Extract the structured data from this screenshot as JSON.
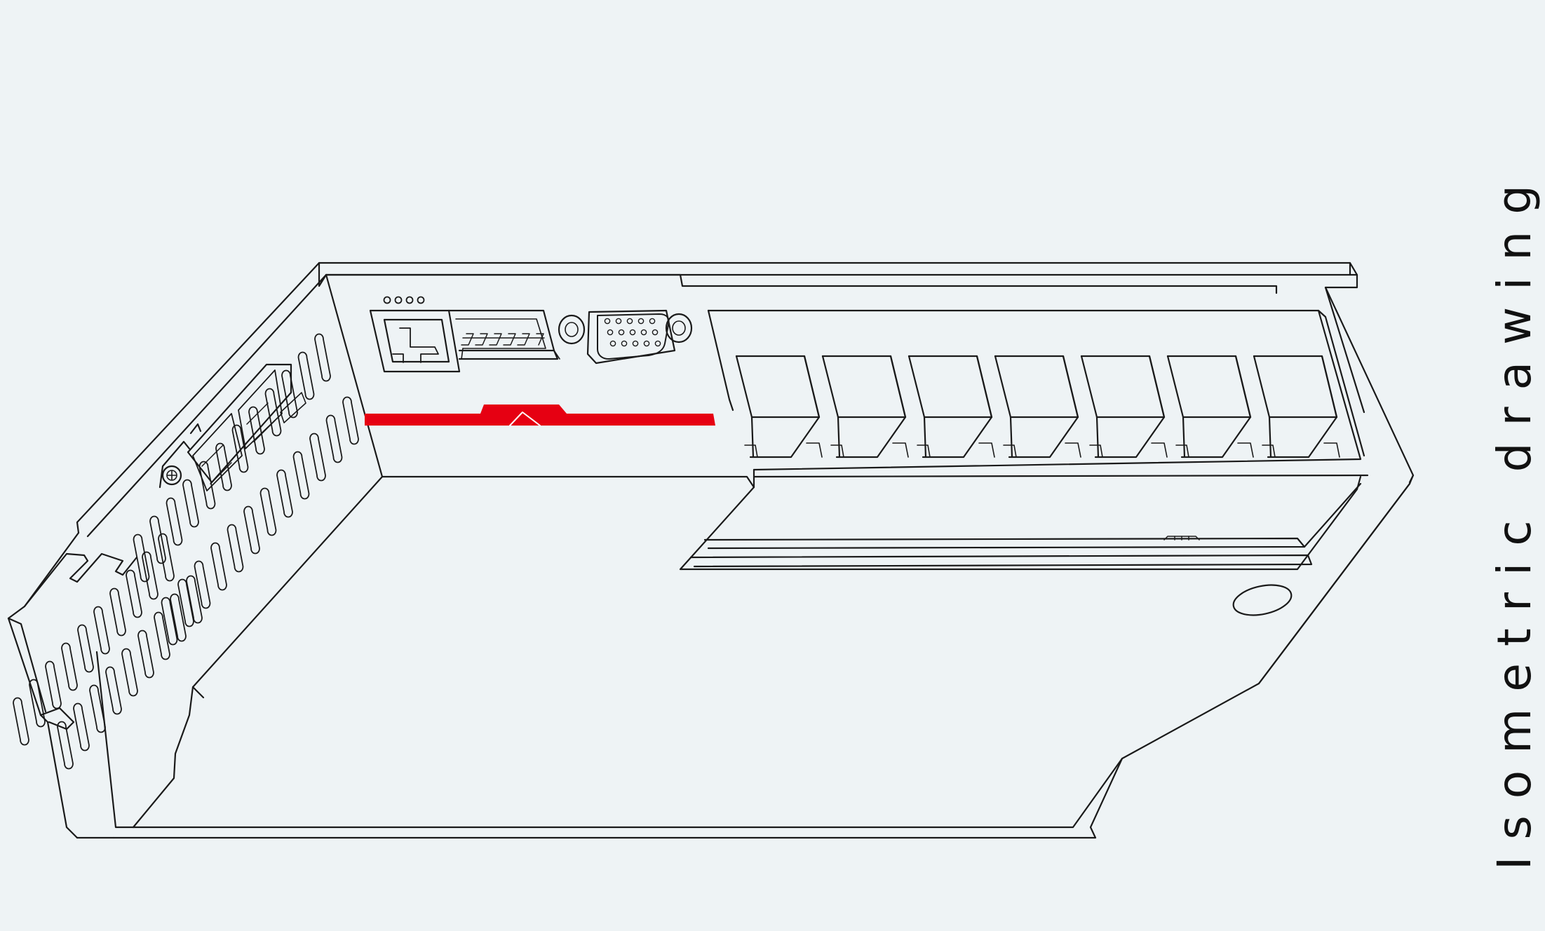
{
  "caption": "Isometric drawing",
  "colors": {
    "background": "#eef3f5",
    "line": "#1a1a1a",
    "accent": "#e60012"
  },
  "drawing": {
    "subject": "servo drive housing",
    "port_count_top": 7,
    "led_count": 4
  }
}
